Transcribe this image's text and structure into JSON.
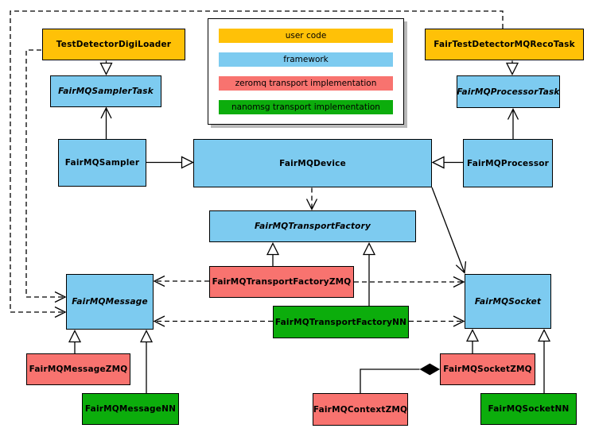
{
  "palette": {
    "user_code": "#FFC107",
    "framework": "#7DCBF0",
    "zeromq": "#F8736F",
    "nanomsg": "#0CAD0C",
    "border": "#000000",
    "shadow": "#B9B9B9",
    "background": "#FFFFFF"
  },
  "legend": {
    "items": [
      {
        "label": "user code",
        "color_key": "user_code"
      },
      {
        "label": "framework",
        "color_key": "framework"
      },
      {
        "label": "zeromq transport implementation",
        "color_key": "zeromq"
      },
      {
        "label": "nanomsg transport implementation",
        "color_key": "nanomsg"
      }
    ]
  },
  "nodes": {
    "testDetectorDigiLoader": {
      "label": "TestDetectorDigiLoader",
      "type": "user_code",
      "abstract": false
    },
    "fairTestDetectorMQRecoTask": {
      "label": "FairTestDetectorMQRecoTask",
      "type": "user_code",
      "abstract": false
    },
    "fairMQSamplerTask": {
      "label": "FairMQSamplerTask",
      "type": "framework",
      "abstract": true
    },
    "fairMQProcessorTask": {
      "label": "FairMQProcessorTask",
      "type": "framework",
      "abstract": true
    },
    "fairMQSampler": {
      "label": "FairMQSampler",
      "type": "framework",
      "abstract": false
    },
    "fairMQDevice": {
      "label": "FairMQDevice",
      "type": "framework",
      "abstract": false
    },
    "fairMQProcessor": {
      "label": "FairMQProcessor",
      "type": "framework",
      "abstract": false
    },
    "fairMQTransportFactory": {
      "label": "FairMQTransportFactory",
      "type": "framework",
      "abstract": true
    },
    "fairMQTransportFactoryZMQ": {
      "label": "FairMQTransportFactoryZMQ",
      "type": "zeromq",
      "abstract": false
    },
    "fairMQTransportFactoryNN": {
      "label": "FairMQTransportFactoryNN",
      "type": "nanomsg",
      "abstract": false
    },
    "fairMQMessage": {
      "label": "FairMQMessage",
      "type": "framework",
      "abstract": true
    },
    "fairMQSocket": {
      "label": "FairMQSocket",
      "type": "framework",
      "abstract": true
    },
    "fairMQMessageZMQ": {
      "label": "FairMQMessageZMQ",
      "type": "zeromq",
      "abstract": false
    },
    "fairMQMessageNN": {
      "label": "FairMQMessageNN",
      "type": "nanomsg",
      "abstract": false
    },
    "fairMQSocketZMQ": {
      "label": "FairMQSocketZMQ",
      "type": "zeromq",
      "abstract": false
    },
    "fairMQSocketNN": {
      "label": "FairMQSocketNN",
      "type": "nanomsg",
      "abstract": false
    },
    "fairMQContextZMQ": {
      "label": "FairMQContextZMQ",
      "type": "zeromq",
      "abstract": false
    }
  },
  "edges": [
    {
      "from": "TestDetectorDigiLoader",
      "to": "FairMQSamplerTask",
      "type": "inheritance"
    },
    {
      "from": "FairTestDetectorMQRecoTask",
      "to": "FairMQProcessorTask",
      "type": "inheritance"
    },
    {
      "from": "FairMQSampler",
      "to": "FairMQDevice",
      "type": "inheritance"
    },
    {
      "from": "FairMQProcessor",
      "to": "FairMQDevice",
      "type": "inheritance"
    },
    {
      "from": "FairMQTransportFactoryZMQ",
      "to": "FairMQTransportFactory",
      "type": "inheritance"
    },
    {
      "from": "FairMQTransportFactoryNN",
      "to": "FairMQTransportFactory",
      "type": "inheritance"
    },
    {
      "from": "FairMQMessageZMQ",
      "to": "FairMQMessage",
      "type": "inheritance"
    },
    {
      "from": "FairMQMessageNN",
      "to": "FairMQMessage",
      "type": "inheritance"
    },
    {
      "from": "FairMQSocketZMQ",
      "to": "FairMQSocket",
      "type": "inheritance"
    },
    {
      "from": "FairMQSocketNN",
      "to": "FairMQSocket",
      "type": "inheritance"
    },
    {
      "from": "FairMQSampler",
      "to": "FairMQSamplerTask",
      "type": "association"
    },
    {
      "from": "FairMQProcessor",
      "to": "FairMQProcessorTask",
      "type": "association"
    },
    {
      "from": "FairMQDevice",
      "to": "FairMQSocket",
      "type": "association"
    },
    {
      "from": "FairMQDevice",
      "to": "FairMQTransportFactory",
      "type": "dependency"
    },
    {
      "from": "FairMQTransportFactoryZMQ",
      "to": "FairMQMessage",
      "type": "dependency"
    },
    {
      "from": "FairMQTransportFactoryZMQ",
      "to": "FairMQSocket",
      "type": "dependency"
    },
    {
      "from": "FairMQTransportFactoryNN",
      "to": "FairMQMessage",
      "type": "dependency"
    },
    {
      "from": "FairMQTransportFactoryNN",
      "to": "FairMQSocket",
      "type": "dependency"
    },
    {
      "from": "FairTestDetectorMQRecoTask",
      "to": "FairMQMessage",
      "type": "dependency"
    },
    {
      "from": "TestDetectorDigiLoader",
      "to": "FairMQMessage",
      "type": "dependency"
    },
    {
      "from": "FairMQSocketZMQ",
      "to": "FairMQContextZMQ",
      "type": "composition"
    }
  ]
}
